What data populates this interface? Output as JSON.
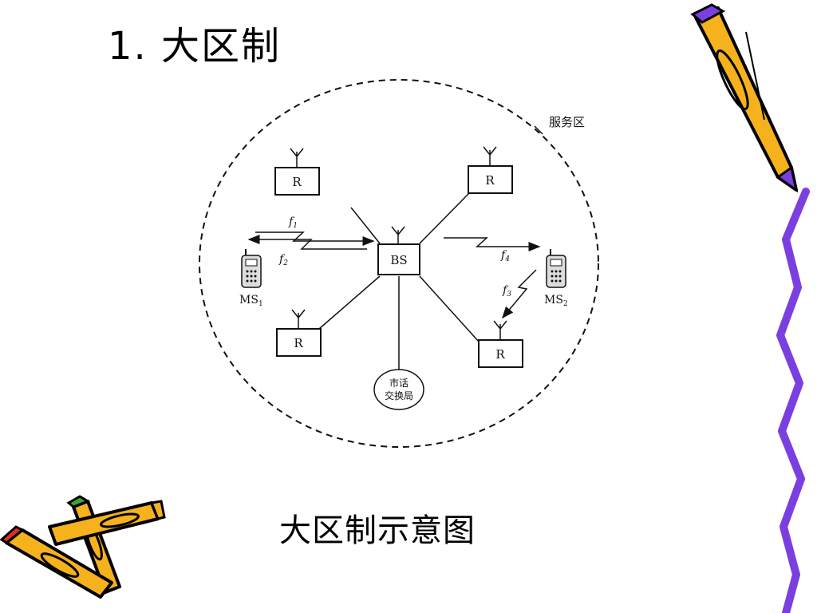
{
  "slide": {
    "title": "1. 大区制",
    "caption": "大区制示意图"
  },
  "diagram": {
    "service_area_label": "服务区",
    "base_station_label": "BS",
    "repeater_label": "R",
    "exchange_label_line1": "市话",
    "exchange_label_line2": "交换局",
    "mobile_1_label": "MS",
    "mobile_1_sub": "1",
    "mobile_2_label": "MS",
    "mobile_2_sub": "2",
    "freq_labels": [
      {
        "name": "f",
        "sub": "1"
      },
      {
        "name": "f",
        "sub": "2"
      },
      {
        "name": "f",
        "sub": "3"
      },
      {
        "name": "f",
        "sub": "4"
      }
    ]
  },
  "decor": {
    "pencil_body_color": "#f5b21c",
    "pencil_outline_color": "#000000",
    "pencil_tip_color": "#7b3fe0",
    "crayon_red_color": "#e0302a",
    "crayon_green_color": "#3aa53a",
    "ribbon_color": "#7b3fe0"
  }
}
